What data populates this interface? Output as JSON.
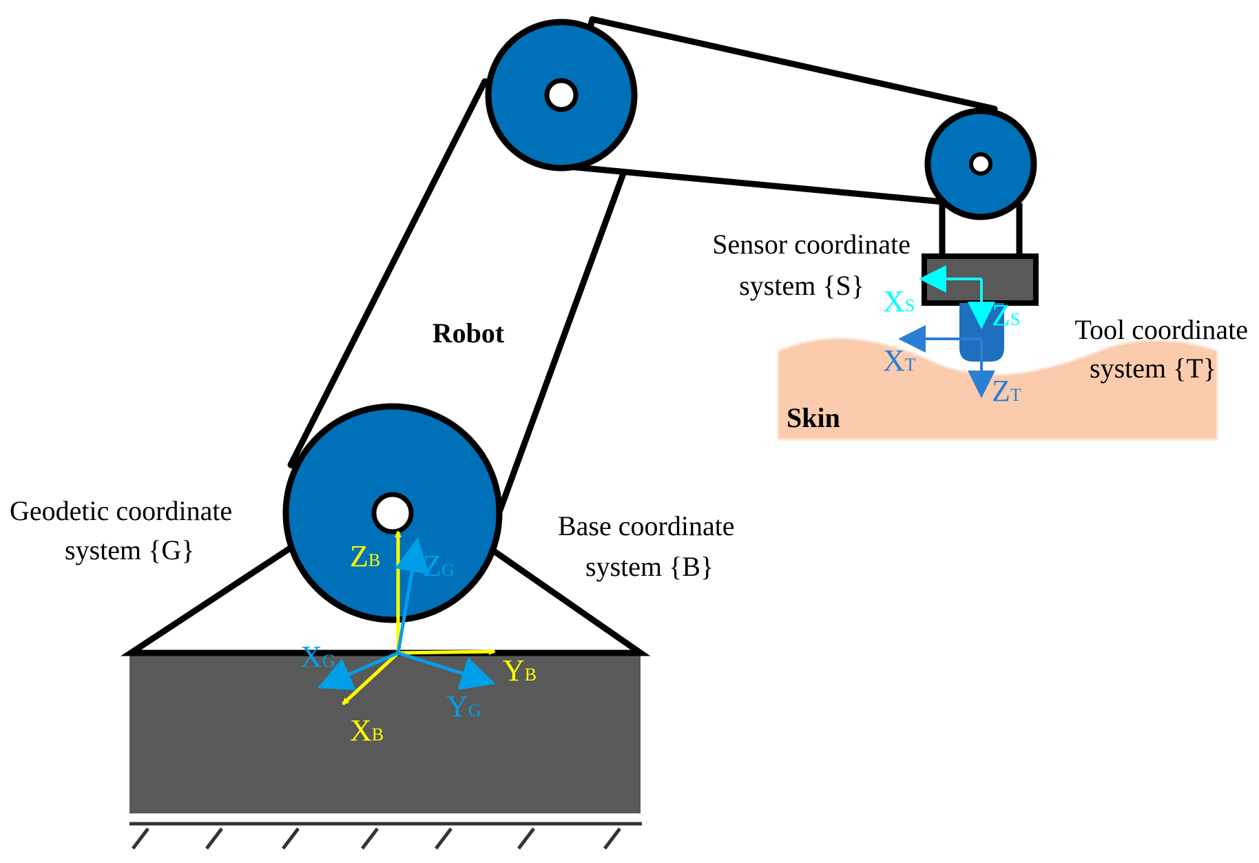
{
  "labels": {
    "robot": "Robot",
    "skin": "Skin",
    "sensor_line1": "Sensor coordinate",
    "sensor_line2": "system {S}",
    "tool_line1": "Tool coordinate",
    "tool_line2": "system {T}",
    "geodetic_line1": "Geodetic coordinate",
    "geodetic_line2": "system {G}",
    "base_line1": "Base coordinate",
    "base_line2": "system {B}"
  },
  "axes": {
    "zb": {
      "main": "Z",
      "sub": "B"
    },
    "zg": {
      "main": "Z",
      "sub": "G"
    },
    "xg": {
      "main": "X",
      "sub": "G"
    },
    "xb": {
      "main": "X",
      "sub": "B"
    },
    "yb": {
      "main": "Y",
      "sub": "B"
    },
    "yg": {
      "main": "Y",
      "sub": "G"
    },
    "xs": {
      "main": "X",
      "sub": "S"
    },
    "zs": {
      "main": "Z",
      "sub": "S"
    },
    "xt": {
      "main": "X",
      "sub": "T"
    },
    "zt": {
      "main": "Z",
      "sub": "T"
    }
  },
  "colors": {
    "joint": "#0070b8",
    "base_block": "#595959",
    "skin": "#fbcbae",
    "probe": "#1f6fbf",
    "axis_yellow": "#ffff00",
    "axis_blue": "#00a0e9",
    "axis_cyan": "#00ffff",
    "axis_tool": "#2a7fd4"
  }
}
